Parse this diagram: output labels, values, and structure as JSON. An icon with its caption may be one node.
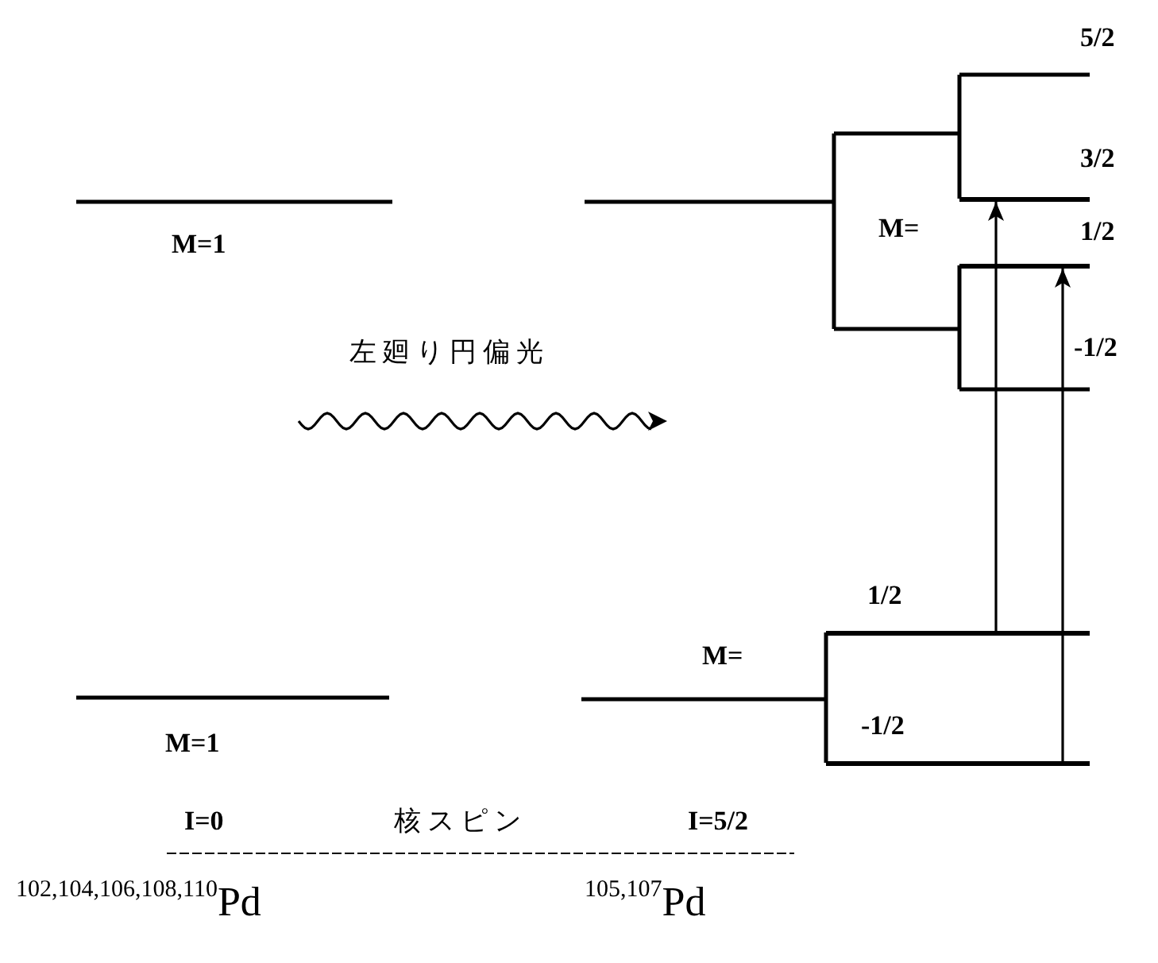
{
  "diagram": {
    "nodes": [
      {
        "text": [],
        "shape": "bar",
        "beside": [
          "3/2"
        ]
      },
      {
        "text": [],
        "shape": "bar",
        "beside": [
          "1/2"
        ]
      },
      {
        "text": [],
        "shape": "bar",
        "beside": [
          "1/2"
        ]
      },
      {
        "text": [],
        "shape": "bar",
        "beside": [
          "-1/2"
        ]
      }
    ],
    "edges": [
      {
        "from": 2,
        "to": 0,
        "arrow": "to"
      },
      {
        "from": 3,
        "to": 1,
        "arrow": "to"
      }
    ],
    "labels": [
      "5/2",
      "M=1",
      "M=",
      "左廻り円偏光",
      "-1/2",
      "M=",
      "M=1",
      "I=0",
      "核スピン",
      "I=5/2",
      "$^{102,104,106,108,110}$Pd",
      "$^{105,107}$Pd"
    ]
  }
}
